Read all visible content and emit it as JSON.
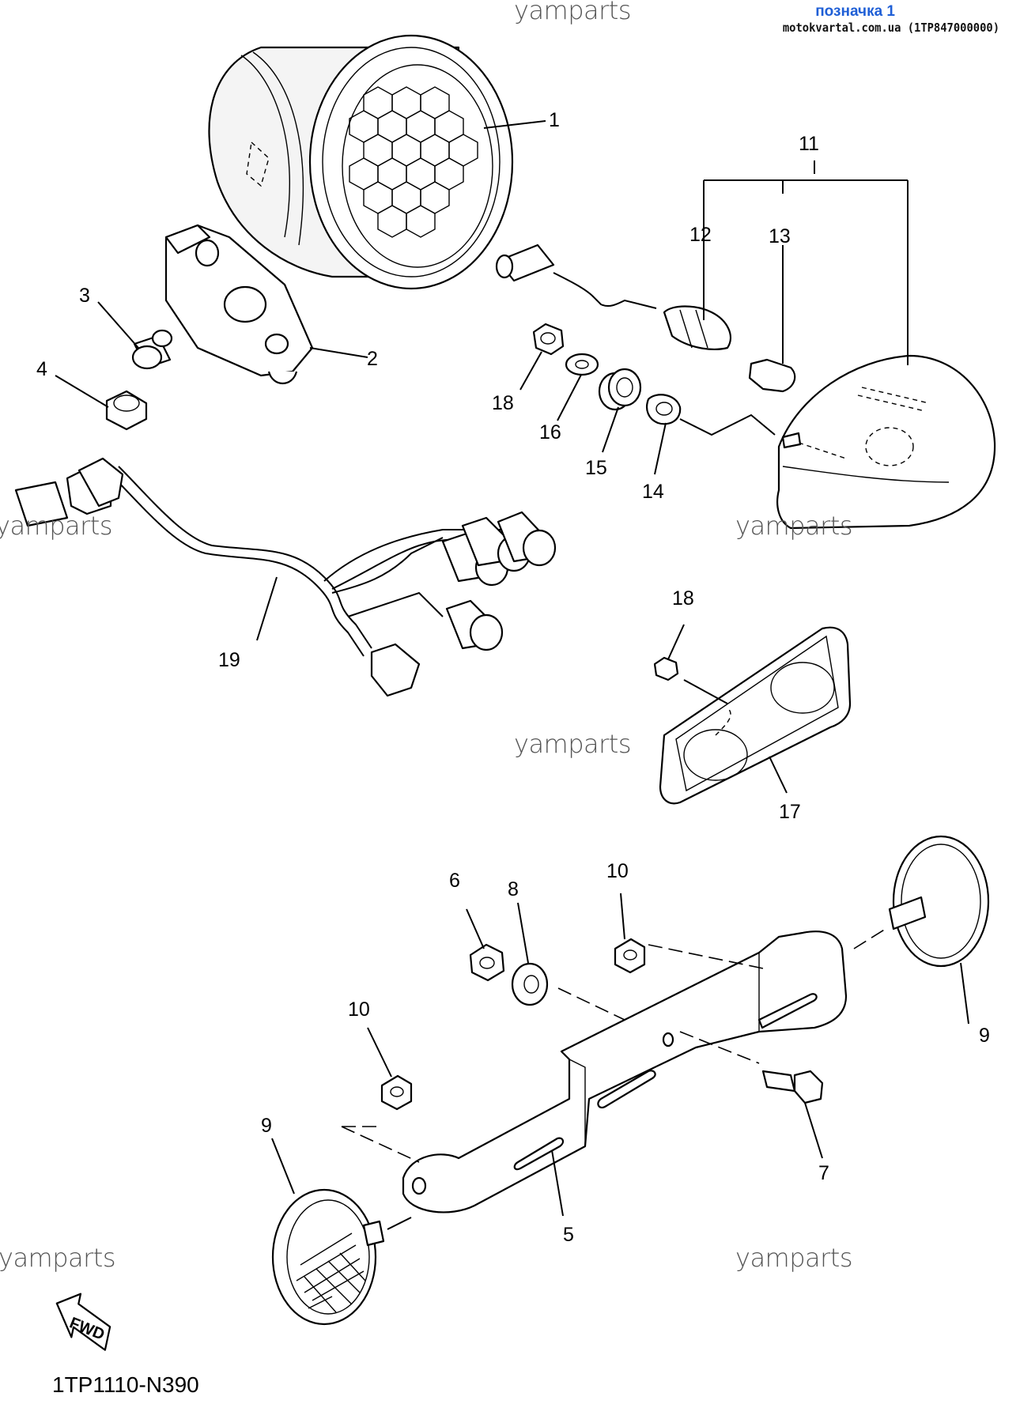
{
  "header": {
    "tag_link": "позначка 1",
    "site_ref": "motokvartal.com.ua (1TP847000000)"
  },
  "watermarks": [
    "yamparts",
    "yamparts",
    "yamparts",
    "yamparts",
    "yamparts",
    "yamparts"
  ],
  "diagram_code": "1TP1110-N390",
  "fwd_label": "FWD",
  "callouts": [
    "1",
    "2",
    "3",
    "4",
    "5",
    "6",
    "7",
    "8",
    "9",
    "9",
    "10",
    "10",
    "11",
    "12",
    "13",
    "14",
    "15",
    "16",
    "17",
    "18",
    "18",
    "19"
  ],
  "colors": {
    "link": "#1f5fd6",
    "ink": "#000000",
    "watermark": "#555555"
  }
}
